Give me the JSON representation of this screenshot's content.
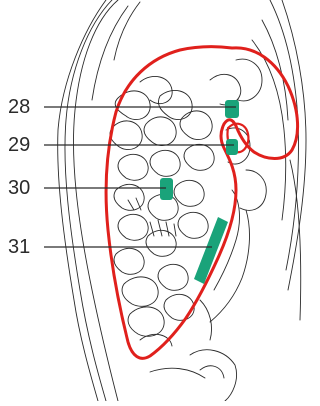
{
  "colors": {
    "outline": "#2b2b2b",
    "boundary": "#e0201c",
    "marker": "#1aa37a",
    "leader": "#2b2b2b",
    "background": "#ffffff"
  },
  "labels": [
    {
      "id": "28",
      "text": "28"
    },
    {
      "id": "29",
      "text": "29"
    },
    {
      "id": "30",
      "text": "30"
    },
    {
      "id": "31",
      "text": "31"
    }
  ]
}
